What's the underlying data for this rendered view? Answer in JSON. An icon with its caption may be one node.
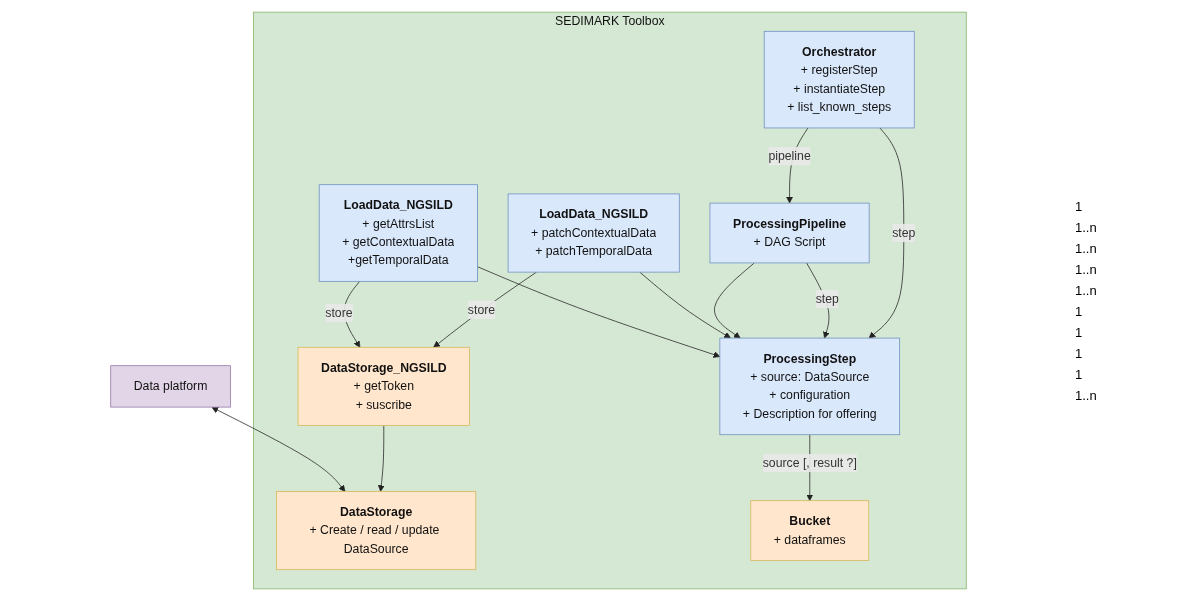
{
  "diagram": {
    "nodes": [
      {
        "text": [
          "Data platform"
        ]
      },
      {
        "text": [
          "SEDIMARK Toolbox"
        ]
      },
      {
        "text": [
          "DataStorage",
          "+ Create / read / update DataSource"
        ],
        "in": 1
      },
      {
        "text": [
          "LoadData_NGSILD",
          "+ getAttrsList",
          "+ getContextualData",
          "+getTemporalData"
        ],
        "in": 1
      },
      {
        "text": [
          "DataStorage_NGSILD",
          "+ getToken",
          "+ suscribe"
        ],
        "in": 1
      },
      {
        "text": [
          "Bucket",
          "+ dataframes"
        ],
        "in": 1
      },
      {
        "text": [
          "ProcessingStep",
          "+ source: DataSource",
          "+ configuration",
          "+ Description for offering"
        ],
        "in": 1
      },
      {
        "text": [
          "LoadData_NGSILD",
          "+ patchContextualData",
          "+ patchTemporalData"
        ],
        "in": 1
      },
      {
        "text": [
          "ProcessingPipeline",
          "+ DAG Script"
        ],
        "in": 1
      },
      {
        "text": [
          "Orchestrator",
          "+ registerStep",
          "+ instantiateStep",
          "+ list_known_steps"
        ],
        "in": 1
      }
    ],
    "edges": [
      {
        "from": 0,
        "to": 2,
        "arrow": "both"
      },
      {
        "from": 4,
        "to": 2,
        "arrow": "to"
      },
      {
        "from": 3,
        "to": 6,
        "arrow": "to"
      },
      {
        "from": 3,
        "to": 4,
        "arrow": "to",
        "label": "store"
      },
      {
        "from": 7,
        "to": 6,
        "arrow": "to"
      },
      {
        "from": 7,
        "to": 4,
        "arrow": "to",
        "label": "store"
      },
      {
        "from": 6,
        "to": 5,
        "arrow": "to",
        "label": "source [, result ?]"
      },
      {
        "from": 8,
        "to": 6,
        "arrow": "to"
      },
      {
        "from": 8,
        "to": 6,
        "arrow": "to",
        "label": "step"
      },
      {
        "from": 9,
        "to": 6,
        "arrow": "to",
        "label": "step"
      },
      {
        "from": 9,
        "to": 8,
        "arrow": "to",
        "label": "pipeline"
      }
    ],
    "labels": [
      "1",
      "1..n",
      "1..n",
      "1..n",
      "1..n",
      "1",
      "1",
      "1",
      "1",
      "1..n"
    ]
  }
}
